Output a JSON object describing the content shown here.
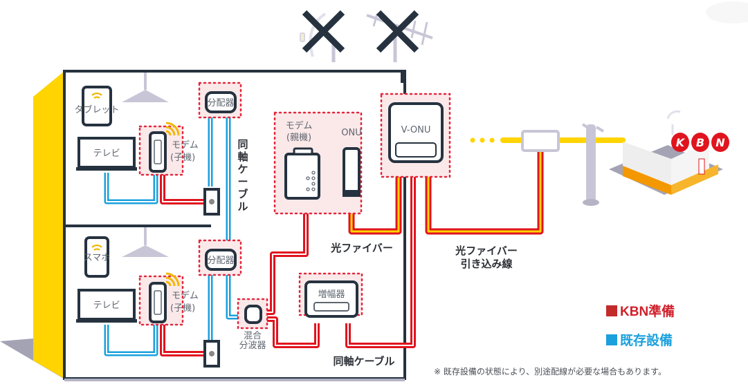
{
  "colors": {
    "kbn": "#c32a2a",
    "existing": "#1aa0dc",
    "fiber_core": "#ffd400",
    "wall": "#ffd400",
    "outline": "#26323f",
    "zone_fill": "#fbe9ea",
    "zone_dots": "#e3263b"
  },
  "antennas": {
    "items": [
      {
        "name": "dish-antenna",
        "status": "crossed-out"
      },
      {
        "name": "yagi-antenna",
        "status": "crossed-out"
      }
    ]
  },
  "floors": {
    "upper": {
      "mobile_label": "タブレット",
      "tv_label": "テレビ",
      "modem_label_line1": "モデム",
      "modem_label_line2": "(子機)",
      "splitter_label": "分配器"
    },
    "lower": {
      "mobile_label": "スマホ",
      "tv_label": "テレビ",
      "modem_label_line1": "モデム",
      "modem_label_line2": "(子機)",
      "splitter_label": "分配器"
    }
  },
  "vertical_cable_label": [
    "同",
    "軸",
    "ケ",
    "ー",
    "ブ",
    "ル"
  ],
  "devices": {
    "parent_modem_line1": "モデム",
    "parent_modem_line2": "(親機)",
    "onu": "ONU",
    "v_onu": "V-ONU",
    "amplifier": "増幅器",
    "mixer_line1": "混合",
    "mixer_line2": "分波器"
  },
  "cables": {
    "fiber": "光ファイバー",
    "dropline_line1": "光ファイバー",
    "dropline_line2": "引き込み線",
    "coax_bottom": "同軸ケーブル"
  },
  "provider": {
    "letters": [
      "K",
      "B",
      "N"
    ]
  },
  "legend": {
    "kbn": "KBN準備",
    "existing": "既存設備"
  },
  "note": "※ 既存設備の状態により、別途配線が必要な場合もあります。"
}
